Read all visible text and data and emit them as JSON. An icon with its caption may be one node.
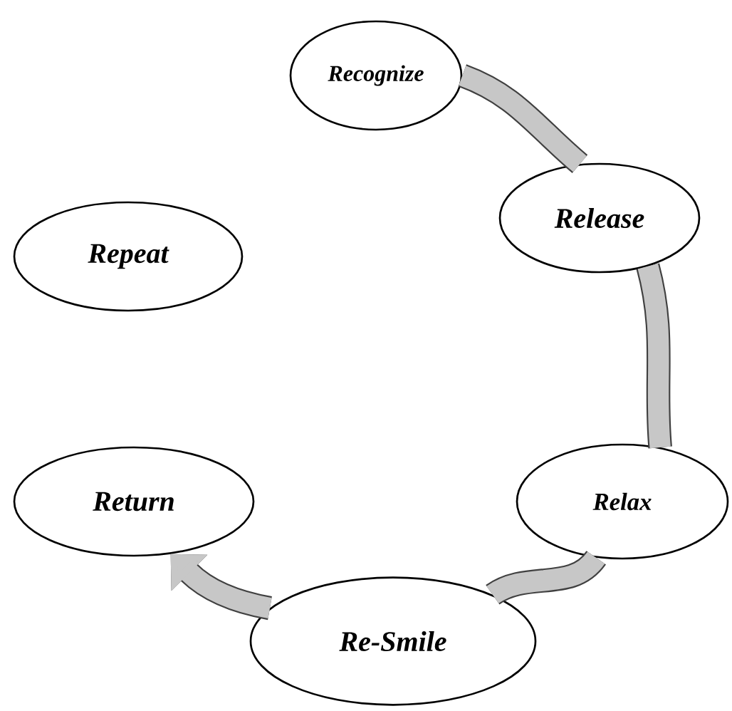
{
  "diagram": {
    "nodes": [
      {
        "text": [
          "Recognize"
        ]
      },
      {
        "text": [
          "Release"
        ]
      },
      {
        "text": [
          "Repeat"
        ]
      },
      {
        "text": [
          "Return"
        ]
      },
      {
        "text": [
          "Relax"
        ]
      },
      {
        "text": [
          "Re-Smile"
        ]
      }
    ],
    "edges": [
      {
        "from": 0,
        "to": 1,
        "arrow": "none"
      },
      {
        "from": 1,
        "to": 4,
        "arrow": "none"
      },
      {
        "from": 4,
        "to": 5,
        "arrow": "none"
      },
      {
        "from": 5,
        "to": 3,
        "arrow": "to"
      }
    ]
  }
}
